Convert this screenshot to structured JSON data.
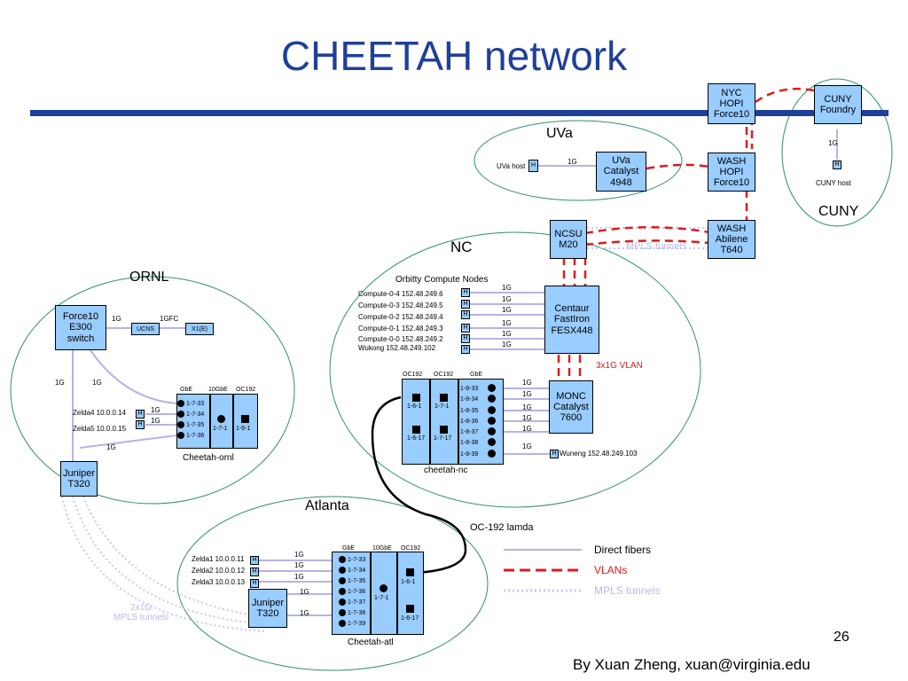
{
  "title": "CHEETAH network",
  "page_number": "26",
  "footer": "By Xuan Zheng, xuan@virginia.edu",
  "colors": {
    "title": "#1f3f99",
    "device_fill": "#99ccff",
    "vlan": "#e01a1a",
    "mpls": "#c8c8f0",
    "fiber": "#b4b4e6"
  },
  "sites": {
    "uva": "UVa",
    "nc": "NC",
    "cuny": "CUNY",
    "ornl": "ORNL",
    "atlanta": "Atlanta"
  },
  "devices": {
    "nyc_hopi": "NYC\nHOPI\nForce10",
    "cuny_foundry": "CUNY\nFoundry",
    "wash_hopi": "WASH\nHOPI\nForce10",
    "wash_abilene": "WASH\nAbilene\nT640",
    "uva_catalyst": "UVa\nCatalyst\n4948",
    "ncsu_m20": "NCSU\nM20",
    "centaur": "Centaur\nFastIron\nFESX448",
    "monc": "MONC\nCatalyst\n7600",
    "force10_e300": "Force10\nE300\nswitch",
    "juniper_ornl": "Juniper\nT320",
    "juniper_atl": "Juniper\nT320",
    "ucns": "UCNS",
    "x1e": "X1(E)"
  },
  "hosts": {
    "uva_host": "UVa host",
    "cuny_host": "CUNY host",
    "h": "H",
    "wukong_right": "Wuneng 152.48.249.103"
  },
  "links": {
    "g1": "1G",
    "g1fc": "1GFC",
    "vlan3": "3x1G VLAN",
    "oc192_lamda": "OC-192 lamda",
    "mpls_tunnels_nc": "MPLS tunnels",
    "mpls_2x1g": "2x1G\nMPLS tunnels"
  },
  "nc": {
    "orbitty": "Orbitty Compute Nodes",
    "nodes": [
      "Compute-0-4 152.48.249.6",
      "Compute-0-3 152.48.249.5",
      "Compute-0-2 152.48.249.4",
      "Compute-0-1 152.48.249.3",
      "Compute-0-0 152.48.249.2",
      "Wukong       152.48.249.102"
    ],
    "ports": [
      "1-8-33",
      "1-8-34",
      "1-8-35",
      "1-8-36",
      "1-8-37",
      "1-8-38",
      "1-8-39"
    ],
    "header": [
      "OC192",
      "OC192",
      "GbE"
    ],
    "slots": [
      "1-6-1",
      "1-7-1",
      "1-6-17",
      "1-7-17"
    ],
    "label": "cheetah-nc"
  },
  "ornl": {
    "header": [
      "GbE",
      "10GbE",
      "OC192"
    ],
    "ports": [
      "1-7-33",
      "1-7-34",
      "1-7-35",
      "1-7-36"
    ],
    "slots": [
      "1-7-1",
      "1-6-1"
    ],
    "hosts": [
      "Zelda4 10.0.0.14",
      "Zelda5 10.0.0.15"
    ],
    "label": "Cheetah-ornl"
  },
  "atl": {
    "header": [
      "GbE",
      "10GbE",
      "OC192"
    ],
    "ports": [
      "1-7-33",
      "1-7-34",
      "1-7-35",
      "1-7-36",
      "1-7-37",
      "1-7-38",
      "1-7-39"
    ],
    "slots": [
      "1-7-1",
      "1-6-1",
      "1-6-17"
    ],
    "hosts": [
      "Zelda1 10.0.0.11",
      "Zelda2 10.0.0.12",
      "Zelda3 10.0.0.13"
    ],
    "label": "Cheetah-atl"
  },
  "legend": {
    "direct": "Direct fibers",
    "vlans": "VLANs",
    "mpls": "MPLS tunnels"
  }
}
